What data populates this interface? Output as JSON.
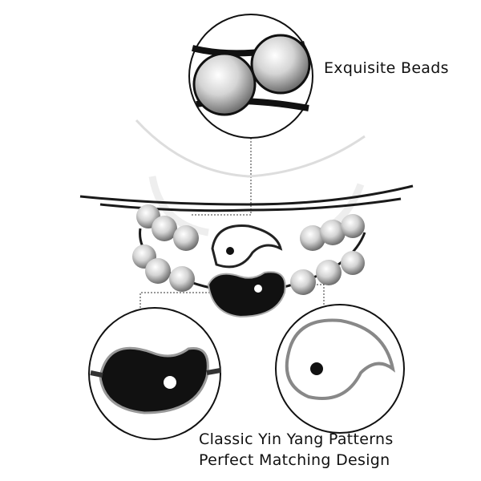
{
  "callouts": {
    "beads": "Exquisite Beads",
    "pattern_line1": "Classic Yin Yang Patterns",
    "pattern_line2": "Perfect Matching Design"
  },
  "colors": {
    "black": "#111111",
    "white": "#ffffff",
    "silver": "#b8b8b8"
  }
}
